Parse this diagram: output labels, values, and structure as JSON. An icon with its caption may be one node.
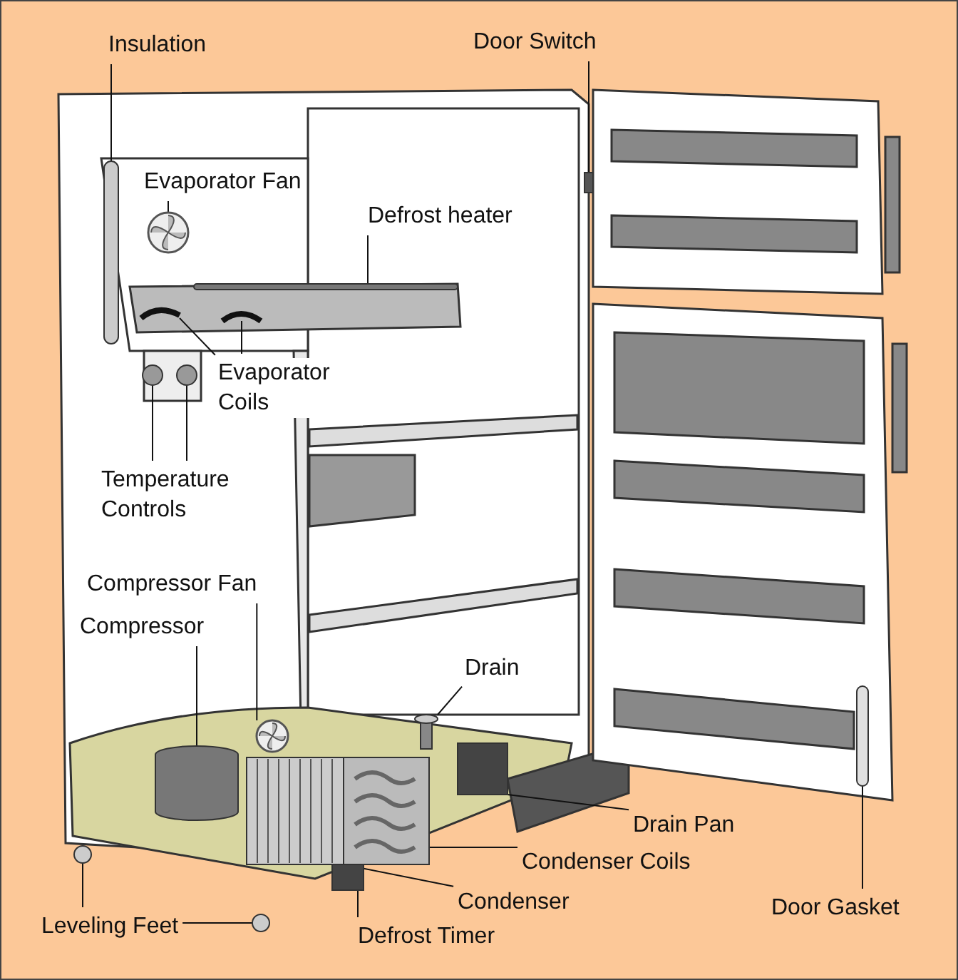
{
  "diagram": {
    "nodes": [
      {
        "text": [
          "Insulation"
        ]
      },
      {
        "text": [],
        "shape": "bar"
      },
      {
        "text": [
          "Door Switch"
        ]
      },
      {
        "text": [],
        "shape": "box"
      },
      {
        "text": [
          "Evaporator Fan"
        ]
      },
      {
        "text": [],
        "shape": "picture"
      },
      {
        "text": [
          "Defrost heater"
        ]
      },
      {
        "text": [],
        "shape": "bar"
      },
      {
        "text": [
          "Evaporator Coils"
        ]
      },
      {
        "text": [],
        "shape": "picture"
      },
      {
        "text": [],
        "shape": "picture"
      },
      {
        "text": [
          "Temperature Controls"
        ]
      },
      {
        "text": [],
        "shape": "circle"
      },
      {
        "text": [],
        "shape": "circle"
      },
      {
        "text": [
          "Compressor Fan"
        ]
      },
      {
        "text": [],
        "shape": "picture"
      },
      {
        "text": [
          "Compressor"
        ]
      },
      {
        "text": [],
        "shape": "cylinder"
      },
      {
        "text": [
          "Drain"
        ]
      },
      {
        "text": [],
        "shape": "picture"
      },
      {
        "text": [
          "Drain Pan"
        ]
      },
      {
        "text": [],
        "shape": "box"
      },
      {
        "text": [
          "Condenser Coils"
        ]
      },
      {
        "text": [],
        "shape": "picture"
      },
      {
        "text": [
          "Condenser"
        ]
      },
      {
        "text": [],
        "shape": "picture"
      },
      {
        "text": [
          "Leveling Feet"
        ]
      },
      {
        "text": [],
        "shape": "circle"
      },
      {
        "text": [],
        "shape": "circle"
      },
      {
        "text": [
          "Defrost Timer"
        ]
      },
      {
        "text": [],
        "shape": "box"
      },
      {
        "text": [
          "Door Gasket"
        ]
      },
      {
        "text": [],
        "shape": "bar"
      }
    ],
    "edges": [
      {
        "from": 0,
        "to": 1,
        "arrow": "none"
      },
      {
        "from": 2,
        "to": 3,
        "arrow": "none"
      },
      {
        "from": 4,
        "to": 5,
        "arrow": "none"
      },
      {
        "from": 6,
        "to": 7,
        "arrow": "none"
      },
      {
        "from": 8,
        "to": 9,
        "arrow": "none"
      },
      {
        "from": 8,
        "to": 10,
        "arrow": "none"
      },
      {
        "from": 11,
        "to": 12,
        "arrow": "none"
      },
      {
        "from": 11,
        "to": 13,
        "arrow": "none"
      },
      {
        "from": 14,
        "to": 15,
        "arrow": "none"
      },
      {
        "from": 16,
        "to": 17,
        "arrow": "none"
      },
      {
        "from": 18,
        "to": 19,
        "arrow": "none"
      },
      {
        "from": 20,
        "to": 21,
        "arrow": "none"
      },
      {
        "from": 22,
        "to": 23,
        "arrow": "none"
      },
      {
        "from": 24,
        "to": 25,
        "arrow": "none"
      },
      {
        "from": 26,
        "to": 27,
        "arrow": "none"
      },
      {
        "from": 26,
        "to": 28,
        "arrow": "none"
      },
      {
        "from": 29,
        "to": 30,
        "arrow": "none"
      },
      {
        "from": 31,
        "to": 32,
        "arrow": "none"
      }
    ]
  }
}
